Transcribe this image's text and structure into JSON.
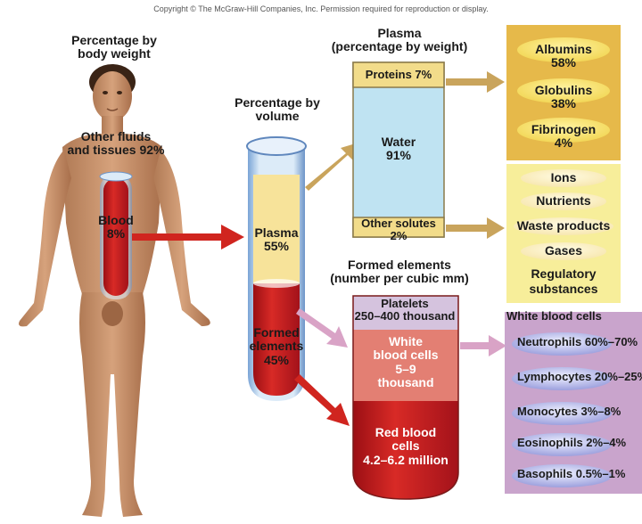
{
  "copyright": "Copyright © The McGraw-Hill Companies, Inc. Permission required for reproduction or display.",
  "body_section": {
    "heading_line1": "Percentage by",
    "heading_line2": "body weight",
    "other_line1": "Other fluids",
    "other_line2": "and tissues 92%",
    "blood_line1": "Blood",
    "blood_line2": "8%"
  },
  "tube_section": {
    "heading_line1": "Percentage by",
    "heading_line2": "volume",
    "plasma_line1": "Plasma",
    "plasma_line2": "55%",
    "formed_line1": "Formed",
    "formed_line2": "elements",
    "formed_line3": "45%"
  },
  "plasma_section": {
    "heading_line1": "Plasma",
    "heading_line2": "(percentage by weight)",
    "proteins": "Proteins 7%",
    "water_line1": "Water",
    "water_line2": "91%",
    "solutes_line1": "Other solutes",
    "solutes_line2": "2%"
  },
  "proteins_panel": [
    {
      "label": "Albumins",
      "value": "58%"
    },
    {
      "label": "Globulins",
      "value": "38%"
    },
    {
      "label": "Fibrinogen",
      "value": "4%"
    }
  ],
  "solutes_panel": [
    "Ions",
    "Nutrients",
    "Waste products",
    "Gases",
    "Regulatory",
    "substances"
  ],
  "formed_section": {
    "heading_line1": "Formed elements",
    "heading_line2": "(number per cubic mm)",
    "platelets_line1": "Platelets",
    "platelets_line2": "250–400 thousand",
    "wbc_line1": "White",
    "wbc_line2": "blood cells",
    "wbc_line3": "5–9",
    "wbc_line4": "thousand",
    "rbc_line1": "Red blood",
    "rbc_line2": "cells",
    "rbc_line3": "4.2–6.2 million"
  },
  "wbc_panel": {
    "title": "White blood cells",
    "items": [
      "Neutrophils 60%–70%",
      "Lymphocytes 20%–25%",
      "Monocytes 3%–8%",
      "Eosinophils 2%–4%",
      "Basophils 0.5%–1%"
    ]
  },
  "colors": {
    "protein_panel": "#e6b94a",
    "solutes_panel": "#f7ee9a",
    "wbc_panel": "#c9a4cc",
    "plasma_fill": "#f7e39a",
    "blood_red": "#c4161c",
    "water_blue": "#bfe3f2",
    "arrow_gold": "#c9a45c",
    "arrow_pink": "#d9a3c6",
    "arrow_red": "#d0251f"
  }
}
